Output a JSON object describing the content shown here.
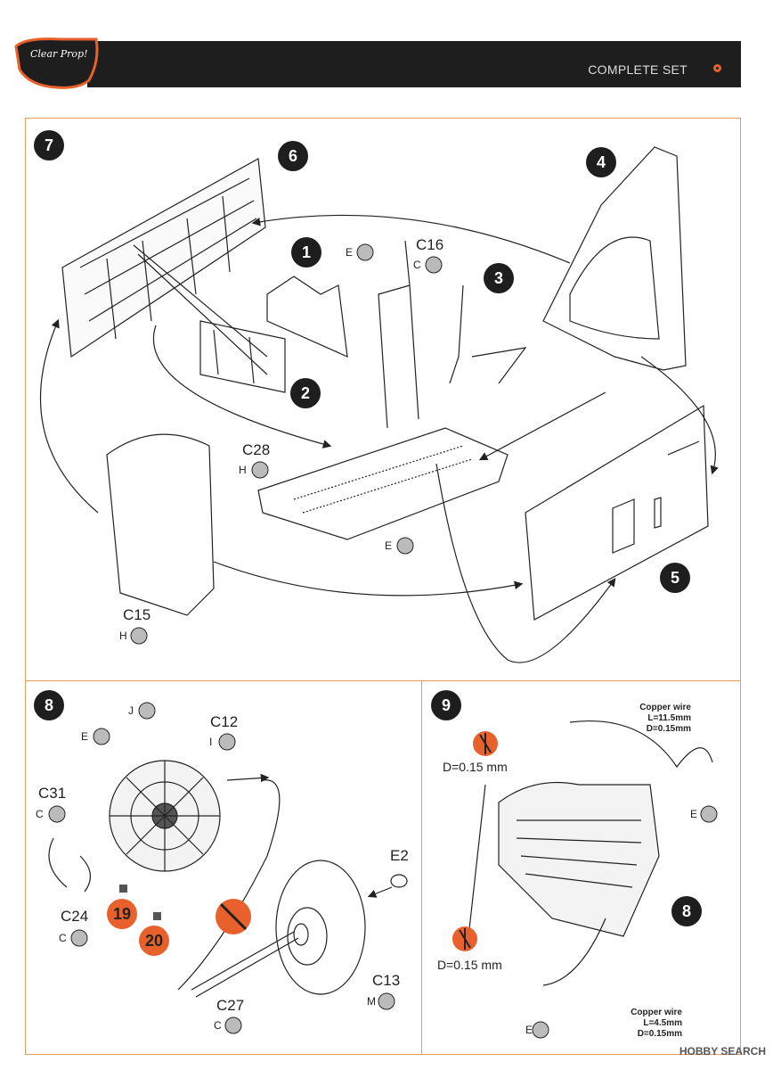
{
  "header": {
    "logo_text": "Clear Prop!",
    "title": "COMPLETE SET"
  },
  "steps": {
    "s7": "7",
    "s6": "6",
    "s1": "1",
    "s3": "3",
    "s4": "4",
    "s2": "2",
    "s5": "5",
    "s8": "8",
    "s9": "9",
    "s8b": "8"
  },
  "labels": {
    "c16": "C16",
    "c28": "C28",
    "c15": "C15",
    "c12": "C12",
    "c31": "C31",
    "c24": "C24",
    "e2": "E2",
    "c13": "C13",
    "c27": "C27",
    "e": "E",
    "c": "C",
    "h": "H",
    "i": "I",
    "j": "J",
    "m": "M",
    "d1": "D=0.15 mm",
    "d2": "D=0.15 mm",
    "wire1": "Copper wire\nL=11.5mm\nD=0.15mm",
    "wire2": "Copper wire\nL=4.5mm\nD=0.15mm",
    "decal19": "19",
    "decal20": "20"
  },
  "watermark": "HOBBY SEARCH"
}
